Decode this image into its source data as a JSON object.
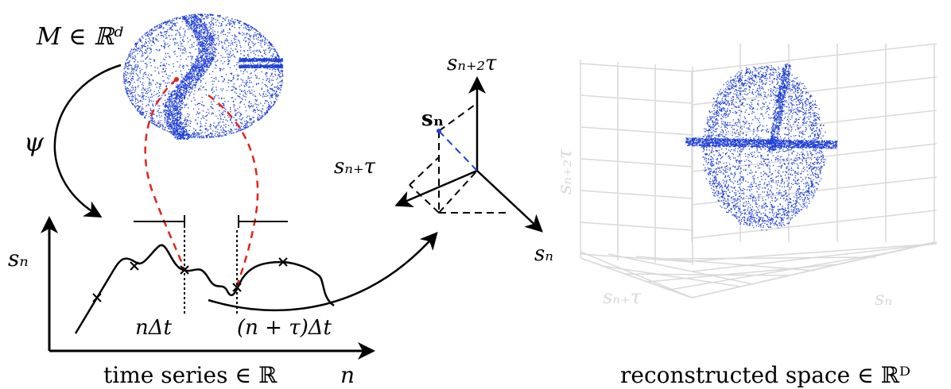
{
  "manifold": {
    "label": "M ∈ ℝᵈ",
    "map_label": "ψ",
    "point_color": "#1f3fd6"
  },
  "time_series": {
    "y_label": "sₙ",
    "x_label": "n",
    "caption": "time series ∈ ℝ",
    "tick_n": "nΔt",
    "tick_n_tau": "(n + τ)Δt"
  },
  "embedding_axes": {
    "axis_vertical": "sₙ₊₂τ",
    "axis_left": "sₙ₊τ",
    "axis_right": "sₙ",
    "point_label": "sₙ",
    "dashed_color": "#000000",
    "vector_color": "#1f3fd6"
  },
  "reconstruction": {
    "caption": "reconstructed space ∈ ℝᴰ",
    "axis_z": "sₙ₊₂τ",
    "axis_left": "sₙ₊τ",
    "axis_right": "sₙ",
    "grid_color": "#d9d9d9",
    "point_color": "#1f3fd6"
  },
  "colors": {
    "correspondence": "#e0241b",
    "ink": "#000000"
  }
}
